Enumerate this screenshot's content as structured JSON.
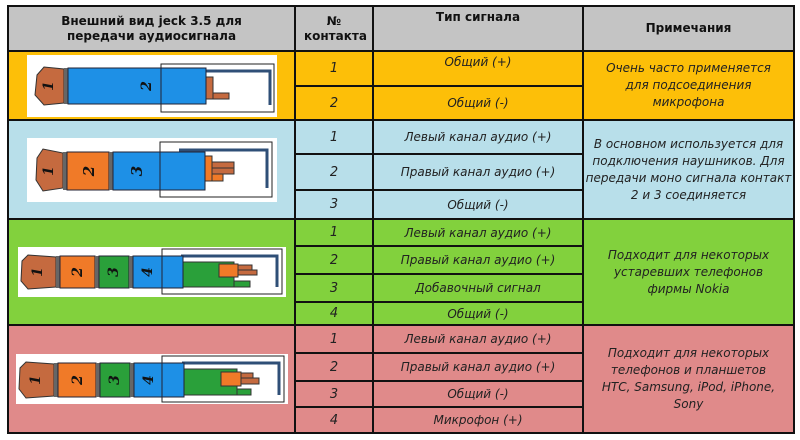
{
  "header": {
    "col_appearance": "Внешний вид jeck 3.5 для передачи аудиосигнала",
    "col_contact": "№ контакта",
    "col_signal": "Тип сигнала",
    "col_notes": "Примечания"
  },
  "groups": [
    {
      "color": "#fdbf08",
      "plug_type": "2-contact",
      "plug_labels": [
        "1",
        "2"
      ],
      "rows": [
        {
          "contact": "1",
          "signal": "Общий (+)"
        },
        {
          "contact": "2",
          "signal": "Общий (-)"
        }
      ],
      "note": "Очень часто применяется для подсоединения микрофона"
    },
    {
      "color": "#b8dfea",
      "plug_type": "3-contact",
      "plug_labels": [
        "1",
        "2",
        "3"
      ],
      "rows": [
        {
          "contact": "1",
          "signal": "Левый канал аудио (+)"
        },
        {
          "contact": "2",
          "signal": "Правый канал аудио (+)"
        },
        {
          "contact": "3",
          "signal": "Общий (-)"
        }
      ],
      "note": "В основном используется для подключения наушников. Для передачи моно сигнала контакт 2 и 3 соединяется"
    },
    {
      "color": "#82d13d",
      "plug_type": "4-contact",
      "plug_labels": [
        "1",
        "2",
        "3",
        "4"
      ],
      "rows": [
        {
          "contact": "1",
          "signal": "Левый канал аудио (+)"
        },
        {
          "contact": "2",
          "signal": "Правый канал аудио (+)"
        },
        {
          "contact": "3",
          "signal": "Добавочный сигнал"
        },
        {
          "contact": "4",
          "signal": "Общий (-)"
        }
      ],
      "note": "Подходит для некоторых устаревших телефонов фирмы Nokia"
    },
    {
      "color": "#e08a8a",
      "plug_type": "4-contact",
      "plug_labels": [
        "1",
        "2",
        "3",
        "4"
      ],
      "rows": [
        {
          "contact": "1",
          "signal": "Левый канал аудио (+)"
        },
        {
          "contact": "2",
          "signal": "Правый канал аудио (+)"
        },
        {
          "contact": "3",
          "signal": "Общий (-)"
        },
        {
          "contact": "4",
          "signal": "Микрофон (+)"
        }
      ],
      "note": "Подходит для некоторых телефонов и планшетов HTC, Samsung, iPod, iPhone, Sony"
    }
  ]
}
